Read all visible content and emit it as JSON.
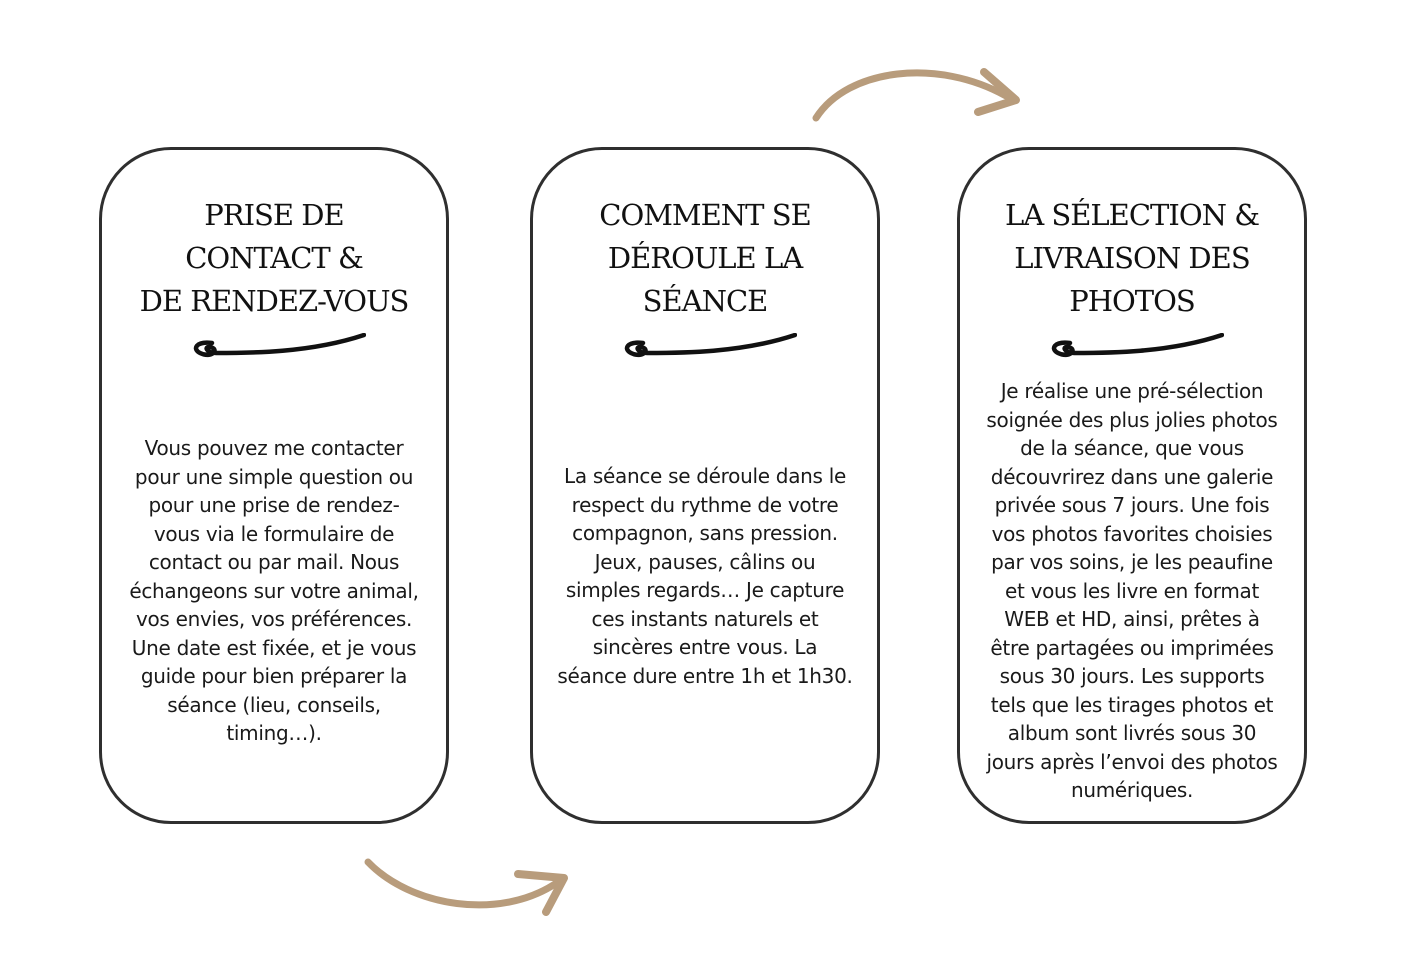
{
  "colors": {
    "card_border": "#2f2f2f",
    "arrow": "#b89c7c",
    "text": "#1a1a1a"
  },
  "steps": [
    {
      "title_lines": [
        "PRISE DE",
        "CONTACT &",
        "DE RENDEZ-VOUS"
      ],
      "text_lines": [
        "Vous pouvez me contacter",
        "pour une simple question ou",
        "pour une prise de rendez-",
        "vous via le formulaire de",
        "contact ou par mail. Nous",
        "échangeons sur votre animal,",
        "vos envies, vos préférences.",
        "Une date est fixée,  et je vous",
        "guide pour bien préparer la",
        "séance (lieu, conseils,",
        "timing…)."
      ]
    },
    {
      "title_lines": [
        "COMMENT SE",
        "DÉROULE LA",
        "SÉANCE"
      ],
      "text_lines": [
        "La séance se déroule dans le",
        "respect du rythme de votre",
        "compagnon, sans pression.",
        "Jeux, pauses, câlins ou",
        "simples regards… Je capture",
        "ces instants naturels et",
        "sincères entre vous. La",
        "séance dure entre 1h et 1h30."
      ]
    },
    {
      "title_lines": [
        "LA SÉLECTION &",
        "LIVRAISON DES",
        "PHOTOS"
      ],
      "text_lines": [
        "Je réalise une pré-sélection",
        "soignée des plus jolies photos",
        "de la séance, que vous",
        "découvrirez dans une galerie",
        "privée sous 7 jours. Une fois",
        "vos photos favorites choisies",
        "par vos soins, je les peaufine",
        "et vous les livre en format",
        "WEB et HD, ainsi, prêtes à",
        "être partagées ou imprimées",
        "sous 30 jours. Les supports",
        "tels que les tirages photos et",
        "album sont livrés sous 30",
        "jours après l’envoi des photos",
        "numériques."
      ]
    }
  ],
  "icons": {
    "flourish": "hand-drawn-swash-icon",
    "connector": "curved-arrow-icon"
  }
}
